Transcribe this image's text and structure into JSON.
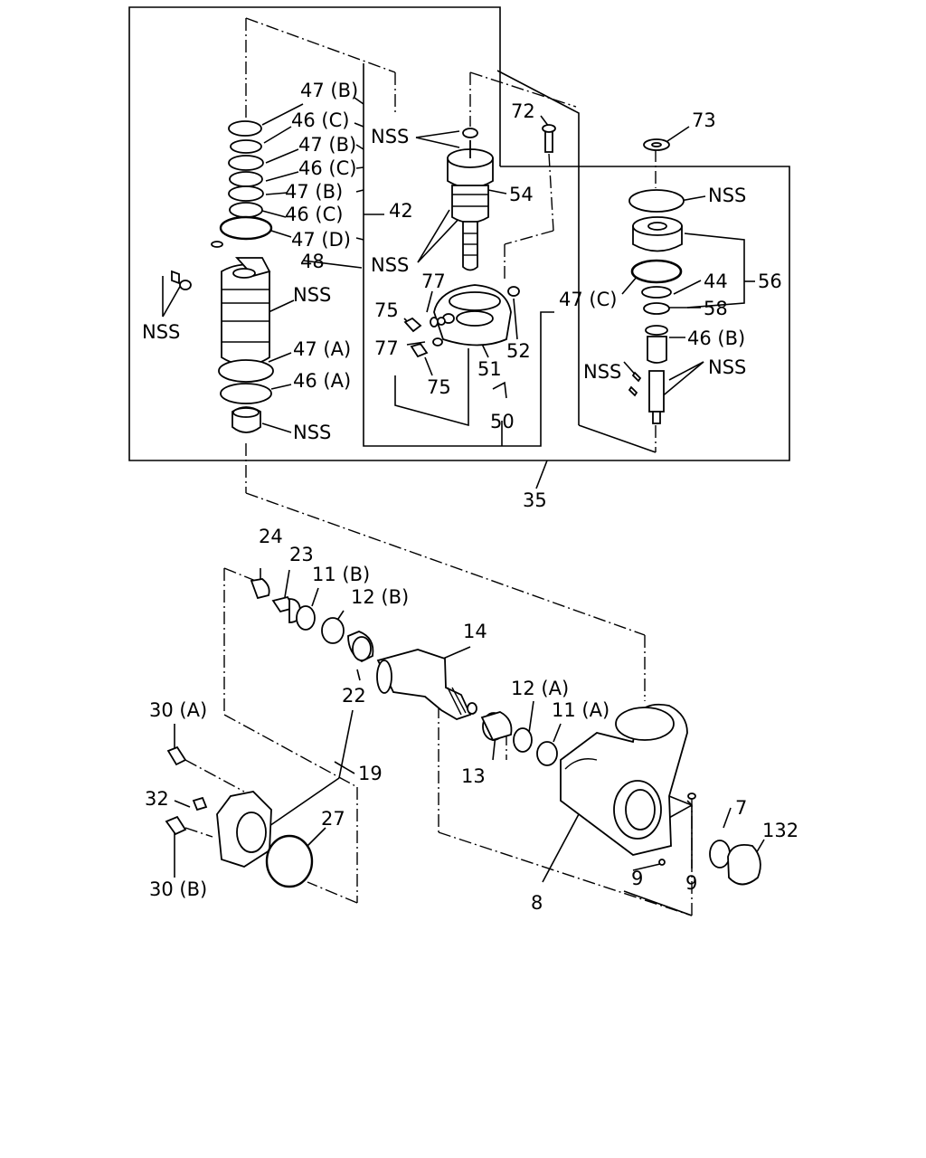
{
  "labels": {
    "l47b_1": "47 (B)",
    "l46c_1": "46 (C)",
    "l47b_2": "47 (B)",
    "l46c_2": "46 (C)",
    "l47b_3": "47 (B)",
    "l46c_3": "46 (C)",
    "l42": "42",
    "l47d": "47 (D)",
    "l48": "48",
    "nss_a": "NSS",
    "nss_b": "NSS",
    "nss_c": "NSS",
    "nss_d": "NSS",
    "l47a": "47 (A)",
    "l46a": "46 (A)",
    "nss_e": "NSS",
    "l72": "72",
    "l54": "54",
    "l77_1": "77",
    "l75_1": "75",
    "l77_2": "77",
    "l75_2": "75",
    "l51": "51",
    "l52": "52",
    "l50": "50",
    "l47c": "47 (C)",
    "l73": "73",
    "nss_f": "NSS",
    "l44": "44",
    "l56": "56",
    "l58": "58",
    "l46b": "46 (B)",
    "nss_g": "NSS",
    "nss_h": "NSS",
    "l35": "35",
    "l24": "24",
    "l23": "23",
    "l11b": "11 (B)",
    "l12b": "12 (B)",
    "l14": "14",
    "l22": "22",
    "l12a": "12 (A)",
    "l11a": "11 (A)",
    "l30a": "30 (A)",
    "l19": "19",
    "l13": "13",
    "l32": "32",
    "l27": "27",
    "l7": "7",
    "l132": "132",
    "l30b": "30 (B)",
    "l9_1": "9",
    "l9_2": "9",
    "l8": "8"
  }
}
